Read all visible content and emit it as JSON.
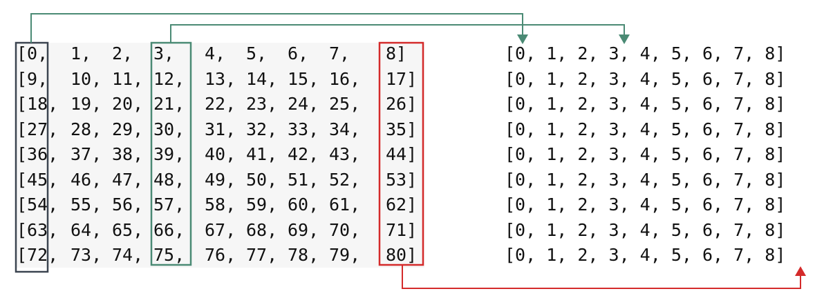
{
  "left_matrix": {
    "rows": [
      [
        "[0,",
        "1,",
        "2,",
        "3,",
        "4,",
        "5,",
        "6,",
        "7,",
        "8]"
      ],
      [
        "[9,",
        "10,",
        "11,",
        "12,",
        "13,",
        "14,",
        "15,",
        "16,",
        "17]"
      ],
      [
        "[18,",
        "19,",
        "20,",
        "21,",
        "22,",
        "23,",
        "24,",
        "25,",
        "26]"
      ],
      [
        "[27,",
        "28,",
        "29,",
        "30,",
        "31,",
        "32,",
        "33,",
        "34,",
        "35]"
      ],
      [
        "[36,",
        "37,",
        "38,",
        "39,",
        "40,",
        "41,",
        "42,",
        "43,",
        "44]"
      ],
      [
        "[45,",
        "46,",
        "47,",
        "48,",
        "49,",
        "50,",
        "51,",
        "52,",
        "53]"
      ],
      [
        "[54,",
        "55,",
        "56,",
        "57,",
        "58,",
        "59,",
        "60,",
        "61,",
        "62]"
      ],
      [
        "[63,",
        "64,",
        "65,",
        "66,",
        "67,",
        "68,",
        "69,",
        "70,",
        "71]"
      ],
      [
        "[72,",
        "73,",
        "74,",
        "75,",
        "76,",
        "77,",
        "78,",
        "79,",
        "80]"
      ]
    ]
  },
  "right_matrix": {
    "rows": [
      "[0, 1, 2, 3, 4, 5, 6, 7, 8]",
      "[0, 1, 2, 3, 4, 5, 6, 7, 8]",
      "[0, 1, 2, 3, 4, 5, 6, 7, 8]",
      "[0, 1, 2, 3, 4, 5, 6, 7, 8]",
      "[0, 1, 2, 3, 4, 5, 6, 7, 8]",
      "[0, 1, 2, 3, 4, 5, 6, 7, 8]",
      "[0, 1, 2, 3, 4, 5, 6, 7, 8]",
      "[0, 1, 2, 3, 4, 5, 6, 7, 8]",
      "[0, 1, 2, 3, 4, 5, 6, 7, 8]"
    ]
  },
  "colors": {
    "column_0_box": "#3b4450",
    "column_3_box": "#4a8a74",
    "column_8_box": "#d42a2a",
    "arrow_green": "#4a8a74",
    "arrow_red": "#d42a2a"
  }
}
